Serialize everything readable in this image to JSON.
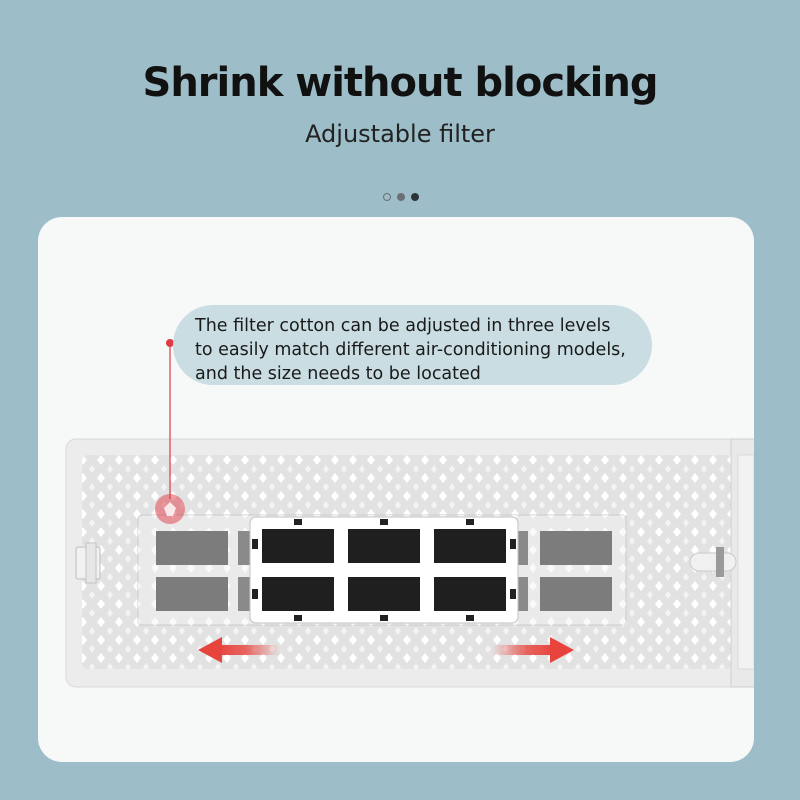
{
  "headline": "Shrink without blocking",
  "subheadline": "Adjustable filter",
  "pager": {
    "count": 3,
    "active_index": 2
  },
  "callout": {
    "lines": [
      "The filter cotton can be adjusted in three levels",
      "to easily match different air-conditioning models,",
      "and the size needs to be located"
    ]
  },
  "colors": {
    "background": "#9dbec8",
    "card": "#f7f8f8",
    "callout_bubble": "#c9dde3",
    "headline_text": "#111111",
    "subheadline_text": "#222222",
    "marker_red": "#e03a45",
    "arrow_red": "#e8443e",
    "filter_pad_dark": "#1f1f1f",
    "filter_pad_grey": "#7c7c7c"
  },
  "icons": {
    "locator_marker": "locator-dot-icon",
    "position_marker": "position-marker-icon",
    "arrow_left": "arrow-left-icon",
    "arrow_right": "arrow-right-icon"
  }
}
